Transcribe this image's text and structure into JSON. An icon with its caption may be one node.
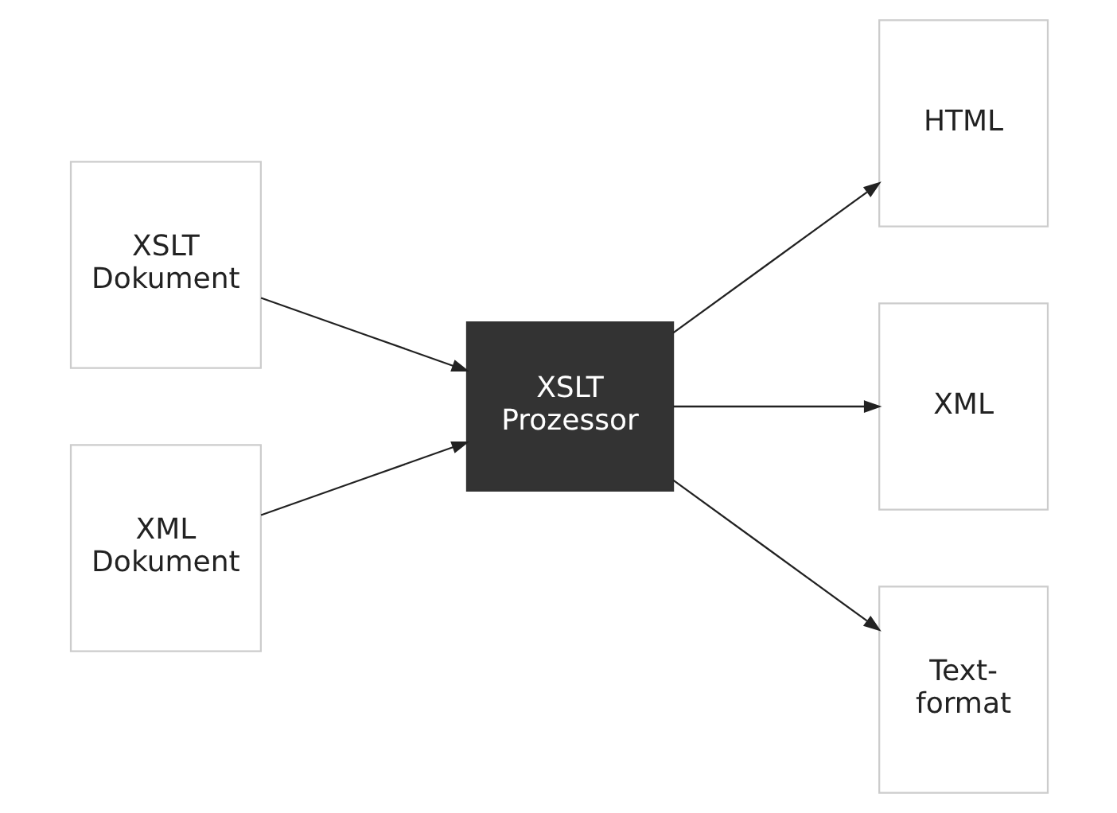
{
  "diagram": {
    "nodes": [
      {
        "text": [
          "XSLT Dokument"
        ]
      },
      {
        "text": [
          "XML Dokument"
        ]
      },
      {
        "text": [
          "XSLT Prozessor"
        ]
      },
      {
        "text": [
          "HTML"
        ]
      },
      {
        "text": [
          "XML"
        ]
      },
      {
        "text": [
          "Text- format"
        ]
      }
    ],
    "edges": [
      {
        "from": 0,
        "to": 2,
        "arrow": "to"
      },
      {
        "from": 1,
        "to": 2,
        "arrow": "to"
      },
      {
        "from": 2,
        "to": 3,
        "arrow": "to"
      },
      {
        "from": 2,
        "to": 4,
        "arrow": "to"
      },
      {
        "from": 2,
        "to": 5,
        "arrow": "to"
      }
    ]
  }
}
